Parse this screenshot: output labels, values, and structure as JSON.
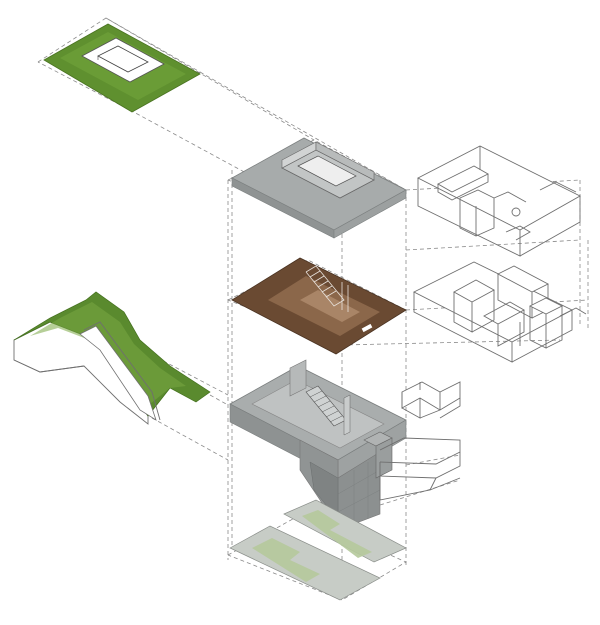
{
  "diagram": {
    "type": "exploded-axonometric",
    "colors": {
      "grass": "#5a8a2e",
      "grass_light": "#7aa844",
      "concrete": "#a9adad",
      "concrete_dark": "#8d9191",
      "concrete_light": "#c3c6c6",
      "interior": "#6b4a30",
      "interior_light": "#9a7456",
      "footprint": "#c9cdc9",
      "footprint_green": "#b7c99a",
      "line": "#707070",
      "dashed": "#8a8a8a"
    },
    "layers": [
      {
        "id": "green-roof-plan"
      },
      {
        "id": "concrete-roof-slab"
      },
      {
        "id": "interior-floor"
      },
      {
        "id": "concrete-stair-structure"
      },
      {
        "id": "ground-footprint"
      },
      {
        "id": "hillside-section"
      },
      {
        "id": "wireframe-upper-volume"
      },
      {
        "id": "wireframe-lower-volume"
      },
      {
        "id": "wireframe-stair"
      },
      {
        "id": "wireframe-base"
      }
    ]
  }
}
